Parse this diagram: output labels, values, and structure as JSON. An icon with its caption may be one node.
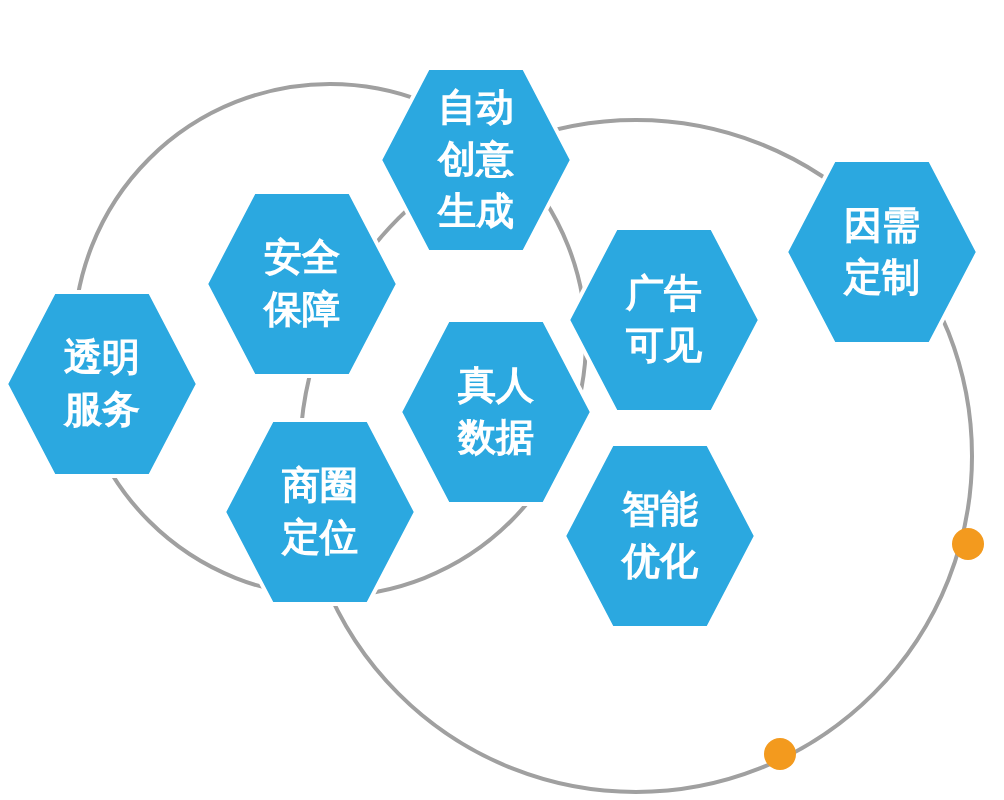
{
  "diagram": {
    "nodes": [
      {
        "text": [
          "自动创意生成"
        ]
      },
      {
        "text": [
          "因需定制"
        ]
      },
      {
        "text": [
          "安全保障"
        ]
      },
      {
        "text": [
          "广告可见"
        ]
      },
      {
        "text": [
          "透明服务"
        ]
      },
      {
        "text": [
          "真人数据"
        ]
      },
      {
        "text": [
          "商圈定位"
        ]
      },
      {
        "text": [
          "智能优化"
        ]
      }
    ]
  }
}
